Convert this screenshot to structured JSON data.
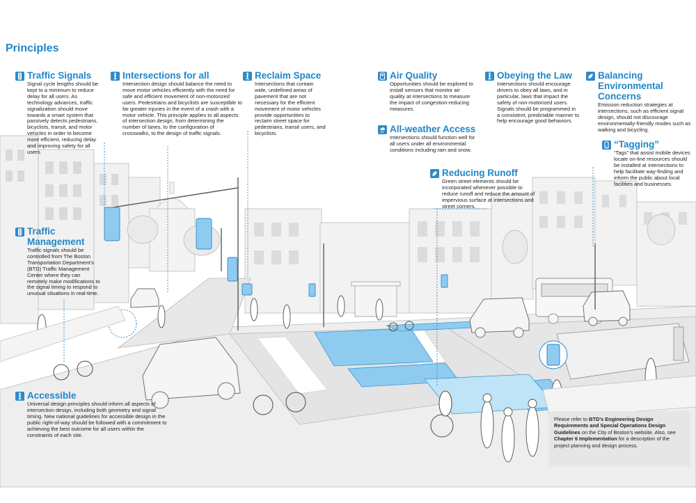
{
  "page_title": "Principles",
  "colors": {
    "accent": "#1f86c8",
    "lane_blue": "#7cc3ec",
    "road": "#e3e3e3"
  },
  "principles": [
    {
      "id": "traffic-signals",
      "icon": "traffic-signal-icon",
      "title": "Traffic Signals",
      "text": "Signal cycle lengths should be kept to a minimum to reduce delay for all users. As technology advances, traffic signalization should move towards a smart system that passively detects pedestrians, bicyclists, transit, and motor vehicles in order to become more efficient, reducing delay and improving safety for all users."
    },
    {
      "id": "intersections-for-all",
      "icon": "pedestrian-icon",
      "title": "Intersections for all",
      "text": "Intersection design should balance the need to move motor vehicles efficiently with the need for safe and efficient movement of non-motorized users. Pedestrians and bicyclists are susceptible to far greater injuries in the event of a crash with a motor vehicle. This principle applies to all aspects of intersection design, from determining the number of lanes, to the configuration of crosswalks, to the design of traffic signals."
    },
    {
      "id": "reclaim-space",
      "icon": "pedestrian-icon",
      "title": "Reclaim Space",
      "text": "Intersections that contain wide, undefined areas of pavement that are not necessary for the efficient movement of motor vehicles provide opportunities to reclaim street space for pedestrians, transit users, and bicyclists."
    },
    {
      "id": "air-quality",
      "icon": "air-quality-icon",
      "title": "Air Quality",
      "text": "Opportunities should be explored to install sensors that monitor air quality at intersections to measure the impact of congestion-reducing measures."
    },
    {
      "id": "obeying-the-law",
      "icon": "pedestrian-icon",
      "title": "Obeying the Law",
      "text": "Intersections should encourage drivers to obey all laws, and in particular, laws that impact the safety of non-motorized users. Signals should be programmed in a consistent, predictable manner to help encourage good behaviors."
    },
    {
      "id": "balancing-environmental-concerns",
      "icon": "leaf-icon",
      "title": "Balancing Environmental Concerns",
      "text": "Emission reduction strategies at intersections, such as efficient signal design, should not discourage environmentally-friendly modes such as walking and bicycling."
    },
    {
      "id": "all-weather-access",
      "icon": "weather-icon",
      "title": "All-weather Access",
      "text": "Intersections should function well for all users under all environmental conditions including rain and snow."
    },
    {
      "id": "tagging",
      "icon": "tag-icon",
      "title": "“Tagging”",
      "text": "“Tags” that assist mobile devices locate on-line resources should be installed at intersections to help facilitate way-finding and inform the public about local facilities and businesses."
    },
    {
      "id": "reducing-runoff",
      "icon": "leaf-icon",
      "title": "Reducing Runoff",
      "text": "Green street elements should be incorporated whenever possible to reduce runoff and reduce the amount of impervious surface at intersections and street corners."
    },
    {
      "id": "traffic-management",
      "icon": "traffic-signal-icon",
      "title": "Traffic Management",
      "text": "Traffic signals should be controlled from The Boston Transportation Department’s (BTD) Traffic Management Center where they can remotely make modifications to the signal timing to respond to unusual situations in real-time."
    },
    {
      "id": "accessible",
      "icon": "pedestrian-icon",
      "title": "Accessible",
      "text": "Universal design principles should inform all aspects of intersection design, including both geometry and signal timing. New national guidelines for accessible design in the public right-of-way should be followed with a commitment to achieving the best outcome for all users within the constraints of each site."
    }
  ],
  "reference_note": {
    "before": "Please refer to ",
    "bold1": "BTD’s Engineering Design Requirements and Special Operations Design Guidelines",
    "middle": " on the City of Boston’s website. Also, see ",
    "bold2": "Chapter 6 Implementation",
    "after": " for a description of the project planning and design process."
  }
}
